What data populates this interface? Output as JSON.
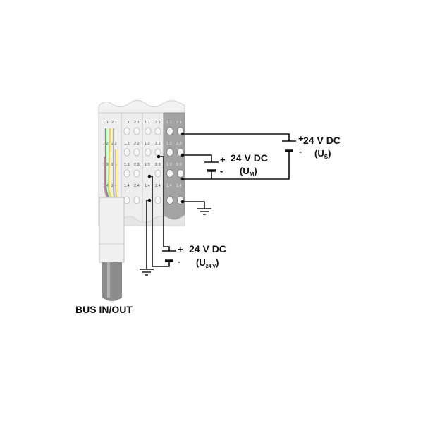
{
  "labels": {
    "bus": "BUS IN/OUT",
    "us_voltage": "24 V DC",
    "us_name": "U",
    "us_sub": "S",
    "um_voltage": "24 V DC",
    "um_name": "U",
    "um_sub": "M",
    "u24_voltage": "24 V DC",
    "u24_name": "U",
    "u24_sub": "24 V",
    "plus": "+",
    "minus": "-",
    "open_paren": "(",
    "close_paren": ")"
  },
  "terminals": {
    "col1": [
      "1.1",
      "1.2",
      "1.3",
      "1.4"
    ],
    "col2": [
      "2.1",
      "2.2",
      "2.3",
      "2.4"
    ]
  },
  "colors": {
    "housing_light": "#ececec",
    "housing_grey": "#9a9a9a",
    "wire": "#111111",
    "cable": "#8c8c8c",
    "wire_green": "#4caf50",
    "wire_yellow": "#e6d33c",
    "wire_pink": "#d77ab4",
    "wire_grey": "#999999"
  }
}
